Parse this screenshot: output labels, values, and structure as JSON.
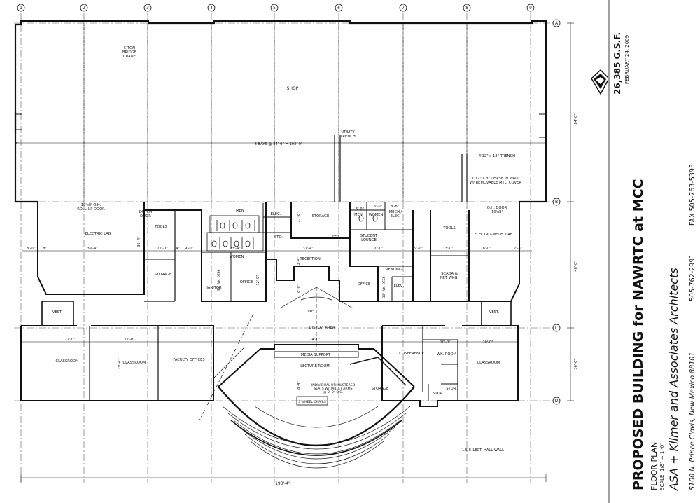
{
  "plan": {
    "grid_columns": [
      "1",
      "2",
      "3",
      "4",
      "5",
      "6",
      "7",
      "8",
      "9"
    ],
    "grid_rows": [
      "A",
      "B",
      "C",
      "D"
    ],
    "rooms": {
      "shop": "SHOP",
      "crane": [
        "5 TON",
        "BRIDGE",
        "CRANE"
      ],
      "bays": "8 BAYS @ 24'-0\" = 192'-0\"",
      "utility_trench": [
        "UTILITY",
        "TRENCH"
      ],
      "trench_note": "4'12\" x 12\" TRENCH",
      "chase_note": [
        "1'12\" x 8\" CHASE IN WALL",
        "W/ REMOVABLE MTL. COVER"
      ],
      "rollup_door": [
        "10'x8' O.H.",
        "ROLL-UP DOOR"
      ],
      "oh_door": [
        "O.H. DOOR",
        "10'x8'"
      ],
      "dutch_door": [
        "DUTCH",
        "DOOR"
      ],
      "electric_lab": "ELECTRIC LAB",
      "tools_left": "TOOLS",
      "storage_left": "STORAGE",
      "men_left": "MEN",
      "women_left": "WOMEN",
      "janitor": "JANITOR",
      "office_left": "OFFICE",
      "wk_desk_left": "30\" WK. DESK",
      "elec_left": "ELEC.",
      "sto_left": "STO.",
      "storage_center": "STORAGE",
      "sto_center": "STO.",
      "reception": "RECEPTION",
      "men_right": "MEN",
      "women_right": "WOMEN",
      "mech_elec": [
        "MECH./",
        "ELEC."
      ],
      "student_lounge": [
        "STUDENT",
        "LOUNGE"
      ],
      "office_right": "OFFICE",
      "wk_desk_right": "30\" WK. DESK",
      "elec_right": "ELEC.",
      "vending": "VENDING",
      "tools_right": "TOOLS",
      "scada": [
        "SCADA &",
        "NET WKG."
      ],
      "electro_mech_lab": "ELECTRO-MECH. LAB",
      "vest_left": "VEST.",
      "vest_right": "VEST.",
      "display_area": "DISPLAY AREA",
      "display_angle": "90°",
      "classroom_1": "CLASSROOM",
      "classroom_2": "CLASSROOM",
      "faculty_offices": "FACULTY OFFICES",
      "media_support": "MEDIA SUPPORT",
      "lecture_room": "LECTURE ROOM",
      "seating_note": [
        "INDIVIDUAL UPHOLSTERED",
        "SEATS W/ TABLET ARMS",
        "@ 2'-0\" O.C."
      ],
      "wheel_chairs": "3 WHEEL CHAIRS",
      "storage_lecture": "STORAGE",
      "conference": "CONFERENCE",
      "wk_room": "WK. ROOM",
      "stor_1": "STOR.",
      "stor_2": "STOR.",
      "classroom_right": "CLASSROOM",
      "lect_hall_wall": "1.5 F. LECT. HALL WALL"
    },
    "dims": {
      "overall": "193'-4\"",
      "d_8_0a": "8'-0\"",
      "d_39_4a": "39'-4\"",
      "d_8a": "8\"",
      "d_12_0a": "12'-0\"",
      "d_4a": "4\"",
      "d_9_0a": "9'-0\"",
      "d_23_4": "23'-4\"",
      "d_31_4": "31'-4\"",
      "d_20_0a": "20'-0\"",
      "d_9_0b": "9'-0\"",
      "d_13_0": "13'-0\"",
      "d_18_0": "18'-0\"",
      "d_7_8": "7'-8\"",
      "d_22_0": "22'-0\"",
      "d_22_0b": "22'-0\"",
      "d_24_0": "24'-0\"",
      "d_10_0": "10'-0\"",
      "d_20_0b": "20'-0\"",
      "d_5_0": "5'-0\"",
      "d_6_0": "6'-0\"",
      "d_8_8": "8'-8\"",
      "d_8b": "8\"",
      "v_84": "84'-0\"",
      "v_48": "48'-0\"",
      "v_36": "36'-0\"",
      "v_35_4": "35'-4\"",
      "v_29_4": "29'-4\"",
      "v_17_8": "17'-8\"",
      "v_13_4": "13'-4\"",
      "v_12_0": "12'-0\"",
      "v_8_0": "8'-0\"",
      "v_8_4": "8'-4\""
    }
  },
  "title_block": {
    "gsf": "26,385 G.S.F.",
    "date": "FEBRUARY 24, 2009",
    "title": "PROPOSED BUILDING for NAWRTC at MCC",
    "sheet": "FLOOR PLAN",
    "scale": "SCALE: 1/8\" = 1'-0\"",
    "firm": "ASA + Kilmer and Associates Architects",
    "address": "5100 N. Prince Clovis, New Mexico 88101",
    "phone": "505-762-2991",
    "fax": "FAX 505-763-5393"
  }
}
